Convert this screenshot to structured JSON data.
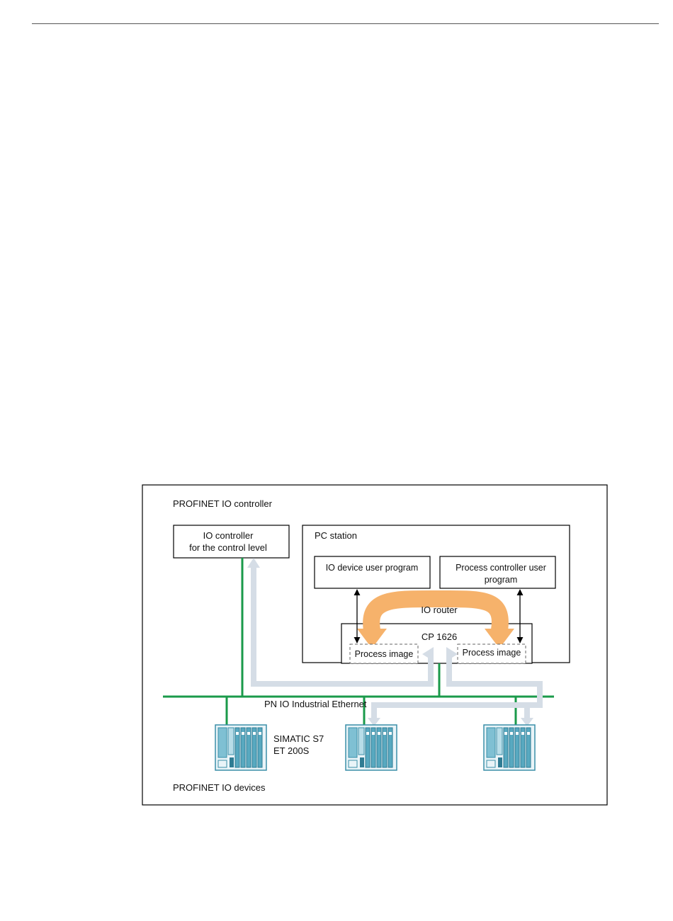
{
  "diagram": {
    "controller_area_label": "PROFINET IO controller",
    "io_controller_label": {
      "line1": "IO controller",
      "line2": "for the control level"
    },
    "pc_station_label": "PC station",
    "io_device_program_label": "IO device user program",
    "process_controller_label": {
      "line1": "Process controller user",
      "line2": "program"
    },
    "io_router_label": "IO router",
    "cp_label": "CP 1626",
    "process_image_left": "Process image",
    "process_image_right": "Process image",
    "network_label": "PN IO Industrial Ethernet",
    "device_label": {
      "line1": "SIMATIC S7",
      "line2": "ET 200S"
    },
    "devices_area_label": "PROFINET IO devices"
  },
  "colors": {
    "network_green": "#1a9a4a",
    "router_orange": "#f6b26b",
    "dataflow_gray": "#d5dde6",
    "device_teal": "#58a9c0"
  },
  "icons": {
    "device": "simatic-et200s-device-icon"
  }
}
